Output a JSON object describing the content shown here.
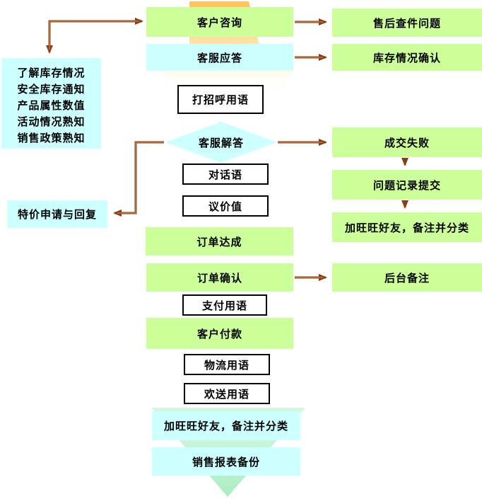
{
  "diagram": {
    "nodes": {
      "customer_inquiry": {
        "label": "客户咨询"
      },
      "aftersales_tracking": {
        "label": "售后查件问题"
      },
      "service_response": {
        "label": "客服应答"
      },
      "inventory_confirm": {
        "label": "库存情况确认"
      },
      "inventory_knowledge": {
        "lines": [
          "了解库存情况",
          "安全库存通知",
          "产品属性数值",
          "活动情况熟知",
          "销售政策熟知"
        ]
      },
      "greeting_phrases": {
        "label": "打招呼用语"
      },
      "service_answer": {
        "label": "客服解答"
      },
      "deal_failed": {
        "label": "成交失败"
      },
      "problem_record": {
        "label": "问题记录提交"
      },
      "add_wangwang_right": {
        "label": "加旺旺好友，备注并分类"
      },
      "special_price": {
        "label": "特价申请与回复"
      },
      "dialogue_phrases": {
        "label": "对话语"
      },
      "bargaining_value": {
        "label": "议价值"
      },
      "order_reached": {
        "label": "订单达成"
      },
      "order_confirm": {
        "label": "订单确认"
      },
      "backend_notes": {
        "label": "后台备注"
      },
      "payment_phrases": {
        "label": "支付用语"
      },
      "customer_payment": {
        "label": "客户付款"
      },
      "logistics_phrases": {
        "label": "物流用语"
      },
      "farewell_phrases": {
        "label": "欢送用语"
      },
      "add_wangwang_bottom": {
        "label": "加旺旺好友，备注并分类"
      },
      "sales_report_backup": {
        "label": "销售报表备份"
      }
    },
    "colors": {
      "node_green": "#CCFF99",
      "node_cyan": "#CCFFFF",
      "white_box_border": "#000000",
      "connector_brown": "#8B3C10",
      "connector_highlight": "#D2935E",
      "funnel_top_orange": "#FFC156",
      "funnel_bottom_green": "#A9EDC0",
      "text": "#000000"
    }
  }
}
